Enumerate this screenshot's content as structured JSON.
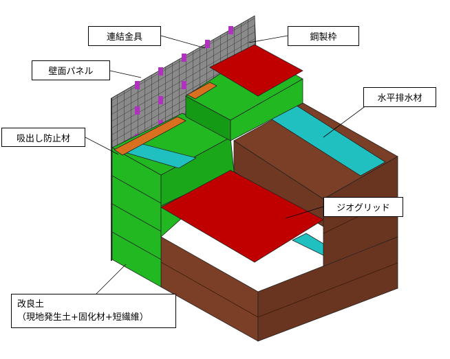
{
  "labels": {
    "connector": "連結金具",
    "steel_frame": "鋼製枠",
    "wall_panel": "壁面パネル",
    "drain": "水平排水材",
    "suction_prevention": "吸出し防止材",
    "geogrid": "ジオグリッド",
    "improved_soil_line1": "改良土",
    "improved_soil_line2": "（現地発生土+固化材+短繊維）"
  },
  "colors": {
    "green": "#22b822",
    "green_dark": "#159a15",
    "red": "#c00000",
    "brown": "#7a3f26",
    "brown_dark": "#6a3520",
    "cyan": "#20c0c0",
    "orange": "#d87020",
    "panel": "#7a7a7a",
    "connector": "#b030c0"
  }
}
